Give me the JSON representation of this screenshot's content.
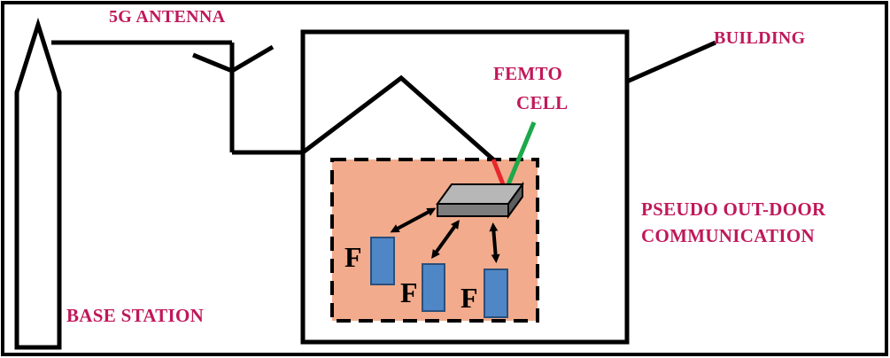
{
  "labels": {
    "antenna": "5G ANTENNA",
    "building": "BUILDING",
    "femto_line1": "FEMTO",
    "femto_line2": "CELL",
    "pseudo_line1": "PSEUDO OUT-DOOR",
    "pseudo_line2": "COMMUNICATION",
    "base_station": "BASE STATION",
    "device_1": "F",
    "device_2": "F",
    "device_3": "F"
  },
  "colors": {
    "label_accent": "#c0185a",
    "zone_fill": "#f2ab8c",
    "device_fill": "#4f86c6",
    "femto_body": "#8a8a8a",
    "red_antenna": "#e8262b",
    "green_antenna": "#1da84a",
    "outline": "#000000"
  }
}
